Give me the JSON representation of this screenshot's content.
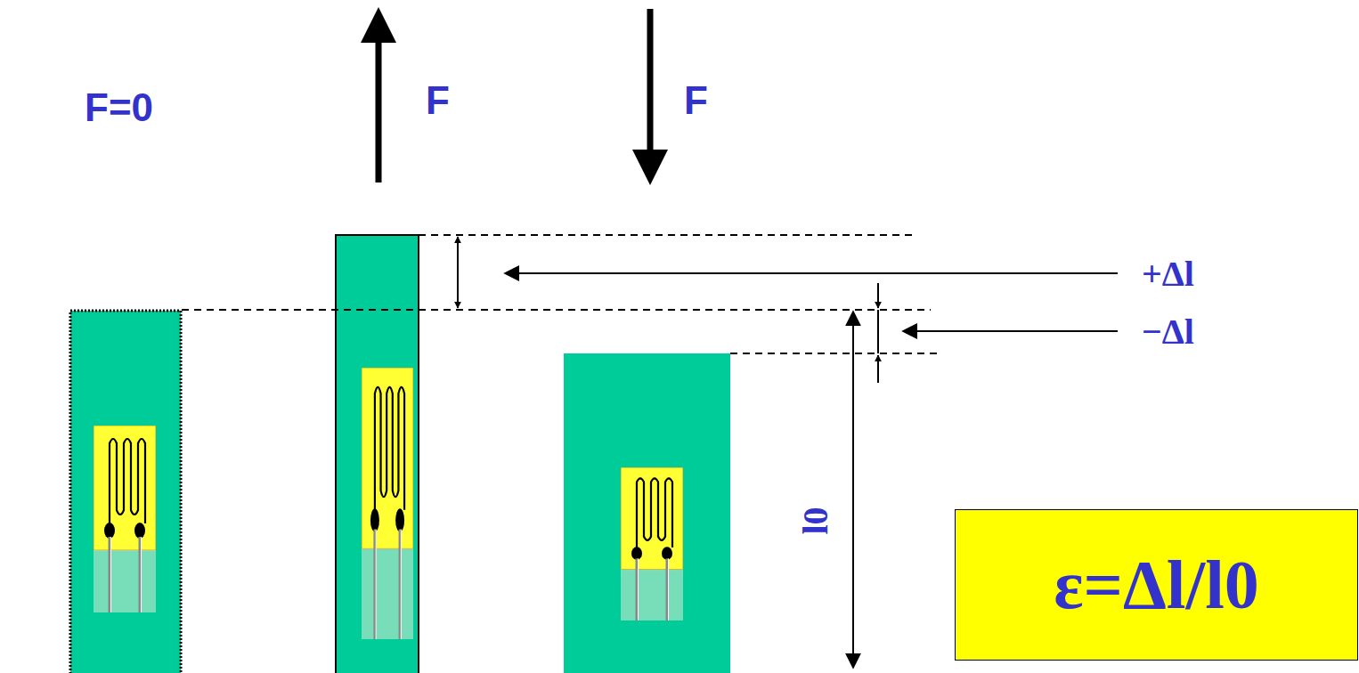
{
  "diagram": {
    "nodes": [
      {
        "text": [
          "ε=Δl/l0"
        ]
      }
    ],
    "labels": [
      "F=0",
      "F",
      "F",
      "+Δl",
      "−Δl",
      "l0"
    ]
  }
}
